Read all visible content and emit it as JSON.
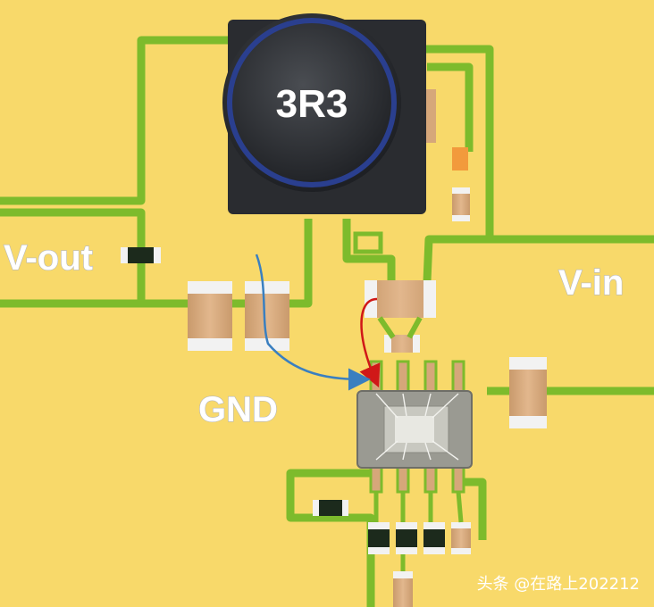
{
  "diagram": {
    "inductor_label": "3R3",
    "labels": {
      "v_out": "V-out",
      "v_in": "V-in",
      "gnd": "GND"
    },
    "watermark": "头条 @在路上202212",
    "colors": {
      "board": "#f8d96a",
      "copper": "#7dbb2c",
      "component": "#d6a77a",
      "cap_end": "#f2f2f2",
      "inductor_body": "#2a2c30",
      "inductor_ring": "#2a3f8f",
      "ic_body": "#9a9a92",
      "arrow_red": "#d01818",
      "arrow_blue": "#3a7fc0"
    }
  }
}
